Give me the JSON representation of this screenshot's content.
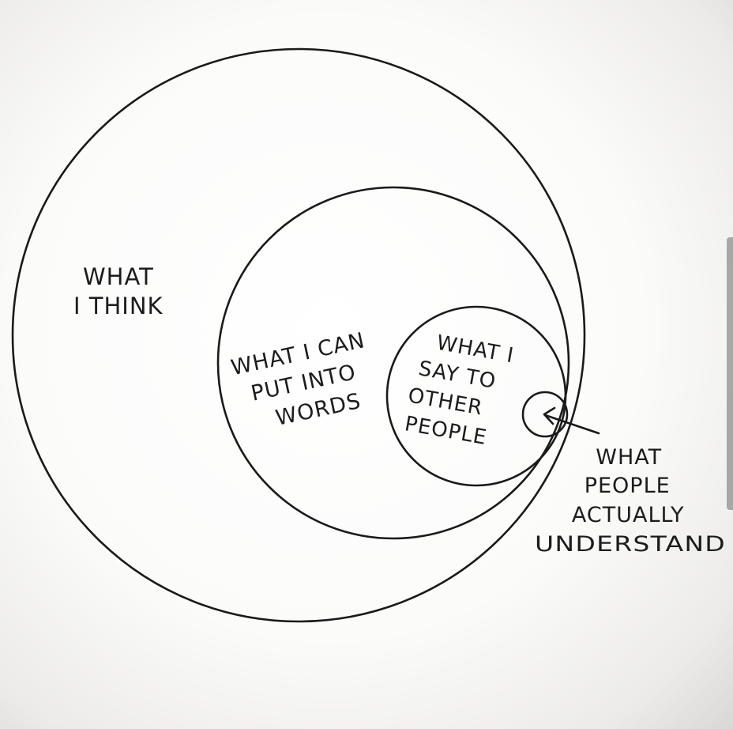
{
  "diagram": {
    "circles": [
      {
        "name": "what-i-think",
        "lines": [
          "WHAT",
          "I THINK"
        ]
      },
      {
        "name": "what-i-can-put-into-words",
        "lines": [
          "WHAT I CAN",
          "PUT INTO",
          "WORDS"
        ]
      },
      {
        "name": "what-i-say-to-other-people",
        "lines": [
          "WHAT I",
          "SAY TO",
          "OTHER",
          "PEOPLE"
        ]
      },
      {
        "name": "what-people-actually-understand",
        "lines": [
          "WHAT",
          "PEOPLE",
          "ACTUALLY",
          "UNDERSTAND"
        ]
      }
    ]
  }
}
